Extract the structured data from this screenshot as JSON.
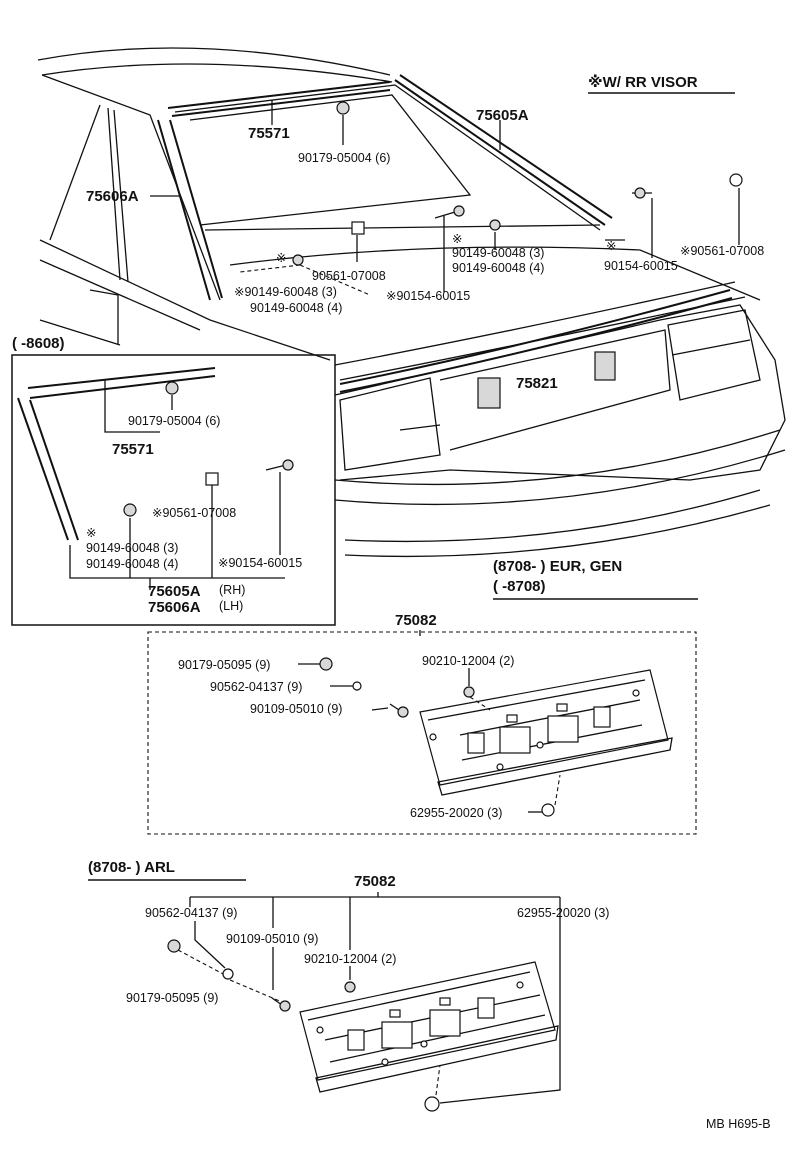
{
  "header": {
    "note": "※W/ RR VISOR"
  },
  "top": {
    "moulding_upper": "75571",
    "moulding_rh": "75605A",
    "moulding_lh": "75606A",
    "clip_a": "90179-05004 (6)",
    "clip_b_star": "※",
    "clip_b1": "90149-60048 (3)",
    "clip_b2": "90149-60048 (4)",
    "clip_b1_star": "※90149-60048 (3)",
    "clip_c": "90561-07008",
    "clip_c_star": "※90561-07008",
    "clip_d": "90154-60015",
    "clip_d_star": "※90154-60015",
    "trunk_lid": "75821",
    "date_range": "(       -8608)"
  },
  "inset": {
    "moulding_upper": "75571",
    "clip_a": "90179-05004 (6)",
    "clip_c_star": "※90561-07008",
    "clip_b_star": "※",
    "clip_b1": "90149-60048 (3)",
    "clip_b2": "90149-60048 (4)",
    "clip_d_star": "※90154-60015",
    "rh": "75605A",
    "rh_suffix": "(RH)",
    "lh": "75606A",
    "lh_suffix": "(LH)"
  },
  "eur": {
    "range1": "(8708-         ) EUR, GEN",
    "range2": "(       -8708)",
    "assembly": "75082",
    "p1": "90179-05095 (9)",
    "p2": "90562-04137 (9)",
    "p3": "90109-05010 (9)",
    "p4": "90210-12004 (2)",
    "p5": "62955-20020 (3)"
  },
  "arl": {
    "range": "(8708-         ) ARL",
    "assembly": "75082",
    "p2": "90562-04137 (9)",
    "p3": "90109-05010 (9)",
    "p4": "90210-12004 (2)",
    "p5": "62955-20020 (3)",
    "p1": "90179-05095 (9)"
  },
  "footer": {
    "code": "MB  H695-B"
  }
}
